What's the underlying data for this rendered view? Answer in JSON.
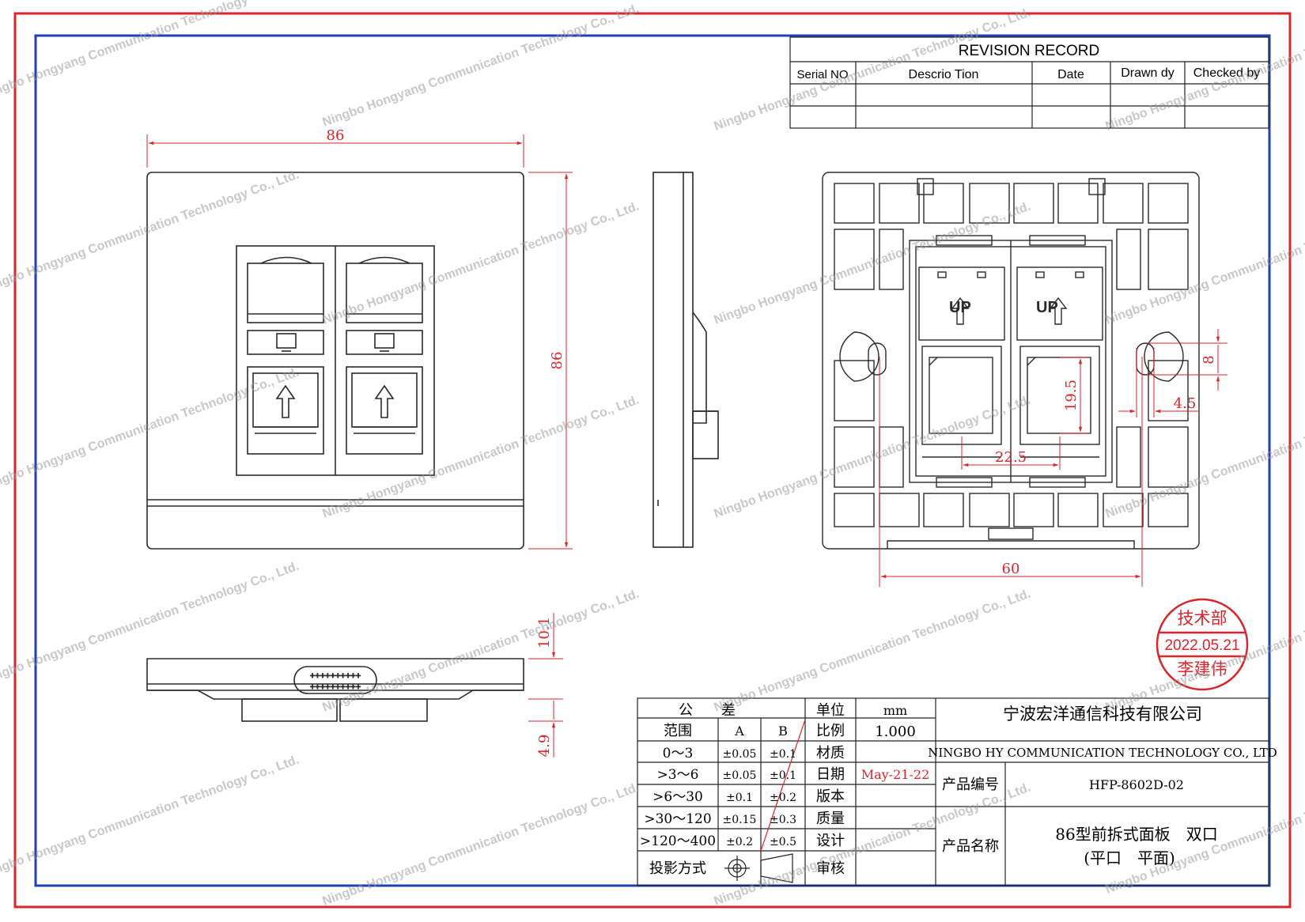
{
  "revision": {
    "title": "REVISION RECORD",
    "headers": [
      "Serial NO",
      "Descrio Tion",
      "Date",
      "Drawn dy",
      "Checked by"
    ]
  },
  "dimensions": {
    "front_width": "86",
    "front_height": "86",
    "bottom_top": "10.1",
    "bottom_bottom": "4.9",
    "back_width": "60",
    "back_slot_height": "19.5",
    "back_slot_gap": "22.5",
    "back_hole_height": "8",
    "back_hole_width": "4.5"
  },
  "port_labels": [
    "UP",
    "UP"
  ],
  "stamp": {
    "dept": "技术部",
    "date": "2022.05.21",
    "name": "李建伟",
    "color": "#d8262c"
  },
  "title_block": {
    "tolerance_header": "公　　差",
    "unit_label": "单位",
    "unit_value": "mm",
    "col_range": "范围",
    "col_a": "A",
    "col_b": "B",
    "tolerance_rows": [
      {
        "range": "0～3",
        "a": "±0.05",
        "b": "±0.1"
      },
      {
        "range": ">3～6",
        "a": "±0.05",
        "b": "±0.1"
      },
      {
        "range": ">6～30",
        "a": "±0.1",
        "b": "±0.2"
      },
      {
        "range": ">30～120",
        "a": "±0.15",
        "b": "±0.3"
      },
      {
        "range": ">120～400",
        "a": "±0.2",
        "b": "±0.5"
      }
    ],
    "fields": [
      {
        "label": "比例",
        "value": "1.000"
      },
      {
        "label": "材质",
        "value": ""
      },
      {
        "label": "日期",
        "value": "May-21-22"
      },
      {
        "label": "版本",
        "value": ""
      },
      {
        "label": "质量",
        "value": ""
      },
      {
        "label": "设计",
        "value": ""
      },
      {
        "label": "审核",
        "value": ""
      }
    ],
    "projection_label": "投影方式",
    "company_cn": "宁波宏洋通信科技有限公司",
    "company_en": "NINGBO HY COMMUNICATION TECHNOLOGY CO., LTD",
    "product_no_label": "产品编号",
    "product_no": "HFP-8602D-02",
    "product_name_label": "产品名称",
    "product_name_1": "86型前拆式面板　双口",
    "product_name_2": "(平口　平面)"
  },
  "watermark": "Ningbo Hongyang Communication Technology Co., Ltd.",
  "colors": {
    "outer_border": "#d8262c",
    "inner_border": "#1f3fb5",
    "dimension": "#d8262c",
    "line": "#2a2a2a"
  }
}
